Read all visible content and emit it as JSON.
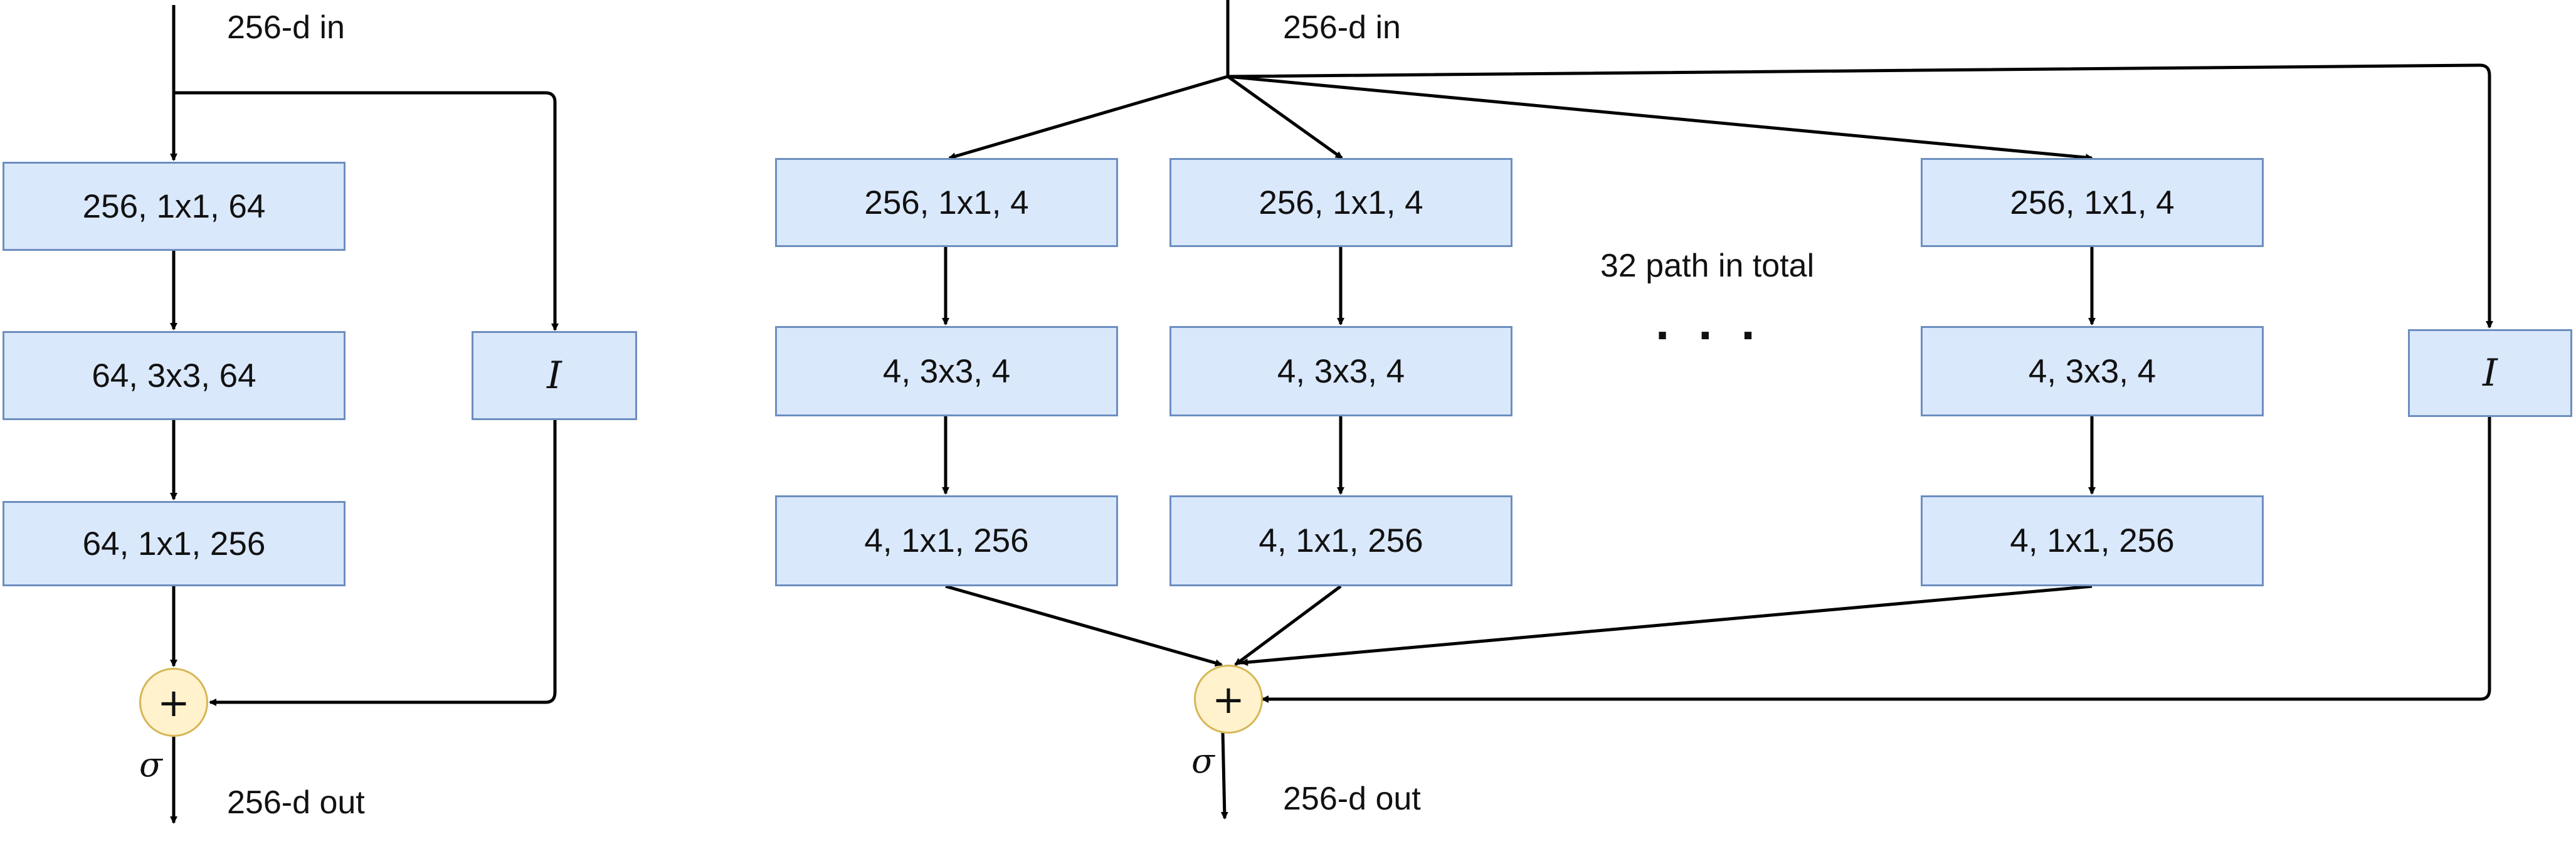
{
  "left_block": {
    "input_label": "256-d in",
    "output_label": "256-d out",
    "layers": [
      "256, 1x1, 64",
      "64, 3x3, 64",
      "64, 1x1, 256"
    ],
    "identity": "I",
    "sum_symbol": "+",
    "activation": "σ"
  },
  "right_block": {
    "input_label": "256-d in",
    "output_label": "256-d out",
    "paths": [
      {
        "layers": [
          "256, 1x1, 4",
          "4, 3x3, 4",
          "4, 1x1, 256"
        ]
      },
      {
        "layers": [
          "256, 1x1, 4",
          "4, 3x3, 4",
          "4, 1x1, 256"
        ]
      },
      {
        "layers": [
          "256, 1x1, 4",
          "4, 3x3, 4",
          "4, 1x1, 256"
        ]
      }
    ],
    "paths_note": "32 path in total",
    "ellipsis": "...",
    "identity": "I",
    "sum_symbol": "+",
    "activation": "σ"
  },
  "colors": {
    "layer_fill": "#dae8fc",
    "layer_border": "#6c8ebf",
    "sum_fill": "#fff2cc",
    "sum_border": "#d6b656",
    "line": "#000000"
  }
}
